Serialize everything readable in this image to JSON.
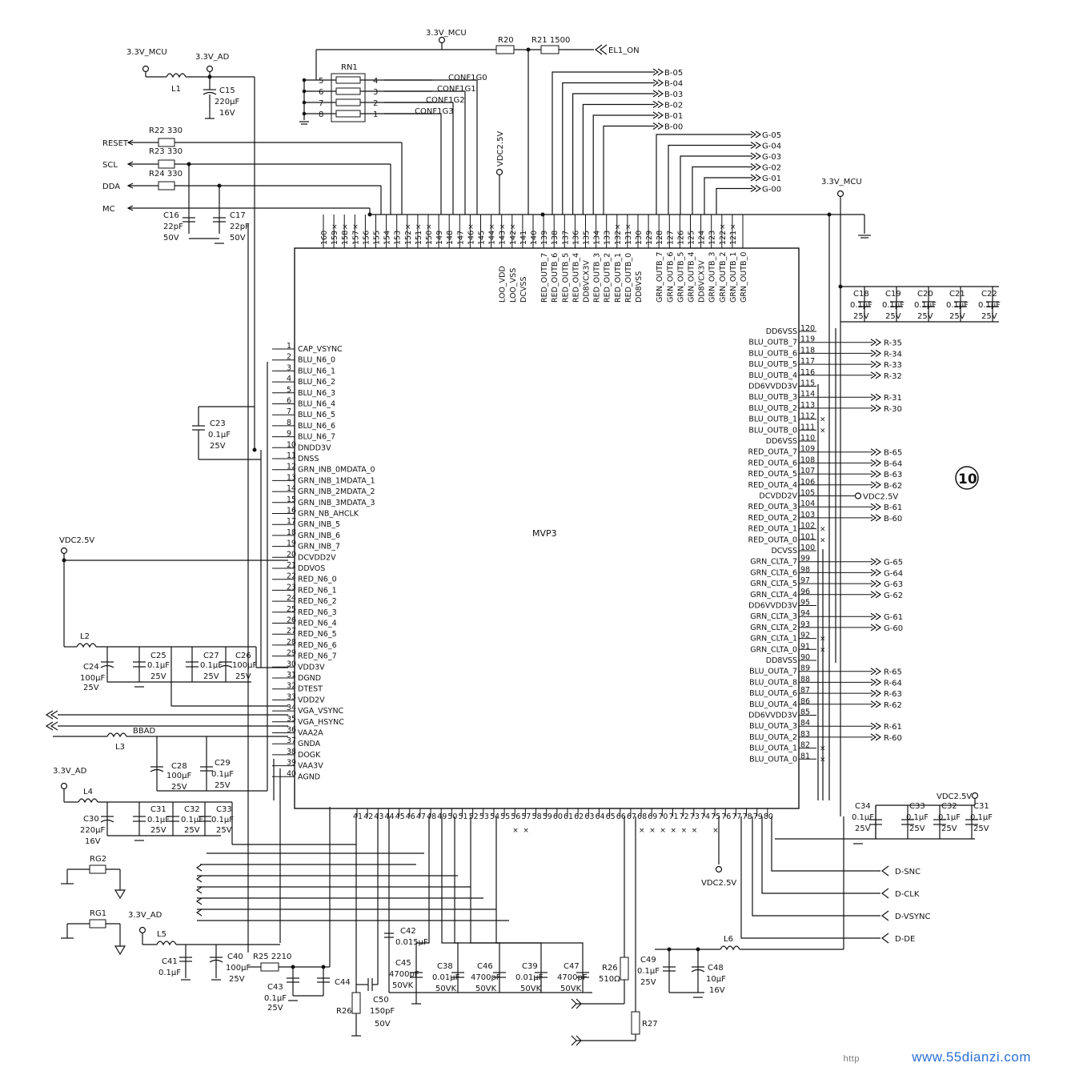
{
  "chip": {
    "name": "MVP3",
    "ref": "10"
  },
  "top_pins": [
    {
      "n": "160",
      "s": ""
    },
    {
      "n": "159",
      "s": ""
    },
    {
      "n": "158",
      "s": ""
    },
    {
      "n": "157",
      "s": ""
    },
    {
      "n": "156",
      "s": ""
    },
    {
      "n": "155",
      "s": ""
    },
    {
      "n": "154",
      "s": ""
    },
    {
      "n": "153",
      "s": ""
    },
    {
      "n": "152",
      "s": ""
    },
    {
      "n": "151",
      "s": ""
    },
    {
      "n": "150",
      "s": ""
    },
    {
      "n": "149",
      "s": ""
    },
    {
      "n": "148",
      "s": ""
    },
    {
      "n": "147",
      "s": ""
    },
    {
      "n": "146",
      "s": ""
    },
    {
      "n": "145",
      "s": ""
    },
    {
      "n": "144",
      "s": ""
    },
    {
      "n": "143",
      "s": "LOO_VDD"
    },
    {
      "n": "142",
      "s": "LOO_VSS"
    },
    {
      "n": "141",
      "s": "DCVSS"
    },
    {
      "n": "140",
      "s": ""
    },
    {
      "n": "139",
      "s": "RED_OUTB_7"
    },
    {
      "n": "138",
      "s": "RED_OUTB_6"
    },
    {
      "n": "137",
      "s": "RED_OUTB_5"
    },
    {
      "n": "136",
      "s": "RED_OUTB_4"
    },
    {
      "n": "135",
      "s": "DD8VCX3V"
    },
    {
      "n": "134",
      "s": "RED_OUTB_3"
    },
    {
      "n": "133",
      "s": "RED_OUTB_2"
    },
    {
      "n": "132",
      "s": "RED_OUTB_1"
    },
    {
      "n": "131",
      "s": "RED_OUTB_0"
    },
    {
      "n": "130",
      "s": "DD8VSS"
    },
    {
      "n": "129",
      "s": ""
    },
    {
      "n": "128",
      "s": "GRN_OUTB_7"
    },
    {
      "n": "127",
      "s": "GRN_OUTB_6"
    },
    {
      "n": "126",
      "s": "GRN_OUTB_5"
    },
    {
      "n": "125",
      "s": "GRN_OUTB_4"
    },
    {
      "n": "124",
      "s": "DD8VCX3V"
    },
    {
      "n": "123",
      "s": "GRN_OUTB_3"
    },
    {
      "n": "122",
      "s": "GRN_OUTB_2"
    },
    {
      "n": "121",
      "s": "GRN_OUTB_1"
    },
    {
      "n": "",
      "s": "GRN_OUTB_0"
    }
  ],
  "left_pins": [
    {
      "n": "1",
      "s": "CAP_VSYNC"
    },
    {
      "n": "2",
      "s": "BLU_N6_0"
    },
    {
      "n": "3",
      "s": "BLU_N6_1"
    },
    {
      "n": "4",
      "s": "BLU_N6_2"
    },
    {
      "n": "5",
      "s": "BLU_N6_3"
    },
    {
      "n": "6",
      "s": "BLU_N6_4"
    },
    {
      "n": "7",
      "s": "BLU_N6_5"
    },
    {
      "n": "8",
      "s": "BLU_N6_6"
    },
    {
      "n": "9",
      "s": "BLU_N6_7"
    },
    {
      "n": "10",
      "s": "DNDD3V"
    },
    {
      "n": "11",
      "s": "DNSS"
    },
    {
      "n": "12",
      "s": "GRN_INB_0MDATA_0"
    },
    {
      "n": "13",
      "s": "GRN_INB_1MDATA_1"
    },
    {
      "n": "14",
      "s": "GRN_INB_2MDATA_2"
    },
    {
      "n": "15",
      "s": "GRN_INB_3MDATA_3"
    },
    {
      "n": "16",
      "s": "GRN_NB_AHCLK"
    },
    {
      "n": "17",
      "s": "GRN_INB_5"
    },
    {
      "n": "18",
      "s": "GRN_INB_6"
    },
    {
      "n": "19",
      "s": "GRN_INB_7"
    },
    {
      "n": "20",
      "s": "DCVDD2V"
    },
    {
      "n": "21",
      "s": "DDVOS"
    },
    {
      "n": "22",
      "s": "RED_N6_0"
    },
    {
      "n": "23",
      "s": "RED_N6_1"
    },
    {
      "n": "24",
      "s": "RED_N6_2"
    },
    {
      "n": "25",
      "s": "RED_N6_3"
    },
    {
      "n": "26",
      "s": "RED_N6_4"
    },
    {
      "n": "27",
      "s": "RED_N6_5"
    },
    {
      "n": "28",
      "s": "RED_N6_6"
    },
    {
      "n": "29",
      "s": "RED_N6_7"
    },
    {
      "n": "30",
      "s": "VDD3V"
    },
    {
      "n": "31",
      "s": "DGND"
    },
    {
      "n": "32",
      "s": "DTEST"
    },
    {
      "n": "33",
      "s": "VDD2V"
    },
    {
      "n": "34",
      "s": "VGA_VSYNC"
    },
    {
      "n": "35",
      "s": "VGA_HSYNC"
    },
    {
      "n": "36",
      "s": "VAA2A"
    },
    {
      "n": "37",
      "s": "GNDA"
    },
    {
      "n": "38",
      "s": "DOGK"
    },
    {
      "n": "39",
      "s": "VAA3V"
    },
    {
      "n": "40",
      "s": "AGND"
    }
  ],
  "right_pins": [
    {
      "n": "120",
      "s": "DD6VSS",
      "o": ""
    },
    {
      "n": "119",
      "s": "BLU_OUTB_7",
      "o": "R-35"
    },
    {
      "n": "118",
      "s": "BLU_OUTB_6",
      "o": "R-34"
    },
    {
      "n": "117",
      "s": "BLU_OUTB_5",
      "o": "R-33"
    },
    {
      "n": "116",
      "s": "BLU_OUTB_4",
      "o": "R-32"
    },
    {
      "n": "115",
      "s": "DD6VVDD3V",
      "o": ""
    },
    {
      "n": "114",
      "s": "BLU_OUTB_3",
      "o": "R-31"
    },
    {
      "n": "113",
      "s": "BLU_OUTB_2",
      "o": "R-30"
    },
    {
      "n": "112",
      "s": "BLU_OUTB_1",
      "o": ""
    },
    {
      "n": "111",
      "s": "BLU_OUTB_0",
      "o": ""
    },
    {
      "n": "110",
      "s": "DD6VSS",
      "o": ""
    },
    {
      "n": "109",
      "s": "RED_OUTA_7",
      "o": "B-65"
    },
    {
      "n": "108",
      "s": "RED_OUTA_6",
      "o": "B-64"
    },
    {
      "n": "107",
      "s": "RED_OUTA_5",
      "o": "B-63"
    },
    {
      "n": "106",
      "s": "RED_OUTA_4",
      "o": "B-62"
    },
    {
      "n": "105",
      "s": "DCVDD2V",
      "o": "VDC2.5V"
    },
    {
      "n": "104",
      "s": "RED_OUTA_3",
      "o": "B-61"
    },
    {
      "n": "103",
      "s": "RED_OUTA_2",
      "o": "B-60"
    },
    {
      "n": "102",
      "s": "RED_OUTA_1",
      "o": ""
    },
    {
      "n": "101",
      "s": "RED_OUTA_0",
      "o": ""
    },
    {
      "n": "100",
      "s": "DCVSS",
      "o": ""
    },
    {
      "n": "99",
      "s": "GRN_CLTA_7",
      "o": "G-65"
    },
    {
      "n": "98",
      "s": "GRN_CLTA_6",
      "o": "G-64"
    },
    {
      "n": "97",
      "s": "GRN_CLTA_5",
      "o": "G-63"
    },
    {
      "n": "96",
      "s": "GRN_CLTA_4",
      "o": "G-62"
    },
    {
      "n": "95",
      "s": "DD6VVDD3V",
      "o": ""
    },
    {
      "n": "94",
      "s": "GRN_CLTA_3",
      "o": "G-61"
    },
    {
      "n": "93",
      "s": "GRN_CLTA_2",
      "o": "G-60"
    },
    {
      "n": "92",
      "s": "GRN_CLTA_1",
      "o": ""
    },
    {
      "n": "91",
      "s": "GRN_CLTA_0",
      "o": ""
    },
    {
      "n": "90",
      "s": "DD8VSS",
      "o": ""
    },
    {
      "n": "89",
      "s": "BLU_OUTA_7",
      "o": "R-65"
    },
    {
      "n": "88",
      "s": "BLU_OUTA_8",
      "o": "R-64"
    },
    {
      "n": "87",
      "s": "BLU_OUTA_6",
      "o": "R-63"
    },
    {
      "n": "86",
      "s": "BLU_OUTA_4",
      "o": "R-62"
    },
    {
      "n": "85",
      "s": "DD6VVDD3V",
      "o": ""
    },
    {
      "n": "84",
      "s": "BLU_OUTA_3",
      "o": "R-61"
    },
    {
      "n": "83",
      "s": "BLU_OUTA_2",
      "o": "R-60"
    },
    {
      "n": "82",
      "s": "BLU_OUTA_1",
      "o": ""
    },
    {
      "n": "81",
      "s": "BLU_OUTA_0",
      "o": ""
    }
  ],
  "bottom_pins": [
    "41",
    "42",
    "43",
    "44",
    "45",
    "46",
    "47",
    "48",
    "49",
    "50",
    "51",
    "52",
    "53",
    "54",
    "55",
    "56",
    "57",
    "58",
    "59",
    "60",
    "61",
    "62",
    "63",
    "64",
    "65",
    "66",
    "67",
    "68",
    "69",
    "70",
    "71",
    "72",
    "73",
    "74",
    "75",
    "76",
    "77",
    "78",
    "79",
    "80"
  ],
  "top_outputs_b": [
    "B-05",
    "B-04",
    "B-03",
    "B-02",
    "B-01",
    "B-00"
  ],
  "top_outputs_g": [
    "G-05",
    "G-04",
    "G-03",
    "G-02",
    "G-01",
    "G-00"
  ],
  "rn1": {
    "ref": "RN1",
    "left": [
      "5",
      "6",
      "7",
      "8"
    ],
    "right": [
      "4",
      "3",
      "2",
      "1"
    ],
    "nets": [
      "CONF1G0",
      "CONF1G1",
      "CONF1G2",
      "CONF1G3"
    ]
  },
  "top_parts": {
    "rail_mcu": "3.3V_MCU",
    "r20": "R20",
    "r21": "R21  1500",
    "el1": "EL1_ON",
    "vdc_vert": "VDC2.5V"
  },
  "left_top": {
    "mcu": "3.3V_MCU",
    "ad": "3.3V_AD",
    "l1": "L1",
    "c15": [
      "C15",
      "220μF",
      "16V"
    ],
    "signals": [
      "RESET",
      "SCL",
      "DDA",
      "MC"
    ],
    "r22": "R22  330",
    "r23": "R23  330",
    "r24": "R24  330",
    "c16": [
      "C16",
      "22pF",
      "50V"
    ],
    "c17": [
      "C17",
      "22pF",
      "50V"
    ],
    "c23": [
      "C23",
      "0.1μF",
      "25V"
    ]
  },
  "left_mid": {
    "vdc": "VDC2.5V",
    "l2": "L2",
    "l3": "L3",
    "bbad": "BBAD",
    "c24": [
      "C24",
      "100μF",
      "25V"
    ],
    "c25": [
      "C25",
      "0.1μF",
      "25V"
    ],
    "c27": [
      "C27",
      "0.1μF",
      "25V"
    ],
    "c26": [
      "C26",
      "100μF",
      "25V"
    ],
    "c28": [
      "C28",
      "100μF",
      "25V"
    ],
    "c29": [
      "C29",
      "0.1μF",
      "25V"
    ]
  },
  "left_bottom": {
    "ad1": "3.3V_AD",
    "l4": "L4",
    "c30": [
      "C30",
      "220μF",
      "16V"
    ],
    "c31": [
      "C31",
      "0.1μF",
      "25V"
    ],
    "c32": [
      "C32",
      "0.1μF",
      "25V"
    ],
    "c33": [
      "C33",
      "0.1μF",
      "25V"
    ],
    "rg2": "RG2",
    "rg1": "RG1",
    "ad2": "3.3V_AD",
    "l5": "L5",
    "c41": [
      "C41",
      "0.1μF"
    ],
    "c40": [
      "C40",
      "100μF",
      "25V"
    ],
    "r25": "R25  2210",
    "c43": [
      "C43",
      "0.1μF",
      "25V"
    ],
    "c44": "C44",
    "r26l": "R26",
    "c50": [
      "C50",
      "150pF",
      "50V"
    ]
  },
  "bottom_parts": {
    "c42": [
      "C42",
      "0.015μF"
    ],
    "c45": [
      "C45",
      "4700pF",
      "50VK"
    ],
    "c38": [
      "C38",
      "0.01μF",
      "50VK"
    ],
    "c46": [
      "C46",
      "4700pF",
      "50VK"
    ],
    "c39": [
      "C39",
      "0.01μF",
      "50VK"
    ],
    "c47": [
      "C47",
      "4700pF",
      "50VK"
    ],
    "r26": [
      "R26",
      "510Ω"
    ],
    "r27": "R27",
    "c49": [
      "C49",
      "0.1μF",
      "25V"
    ],
    "l6": "L6",
    "c48": [
      "C48",
      "10μF",
      "16V"
    ],
    "vdc": "VDC2.5V",
    "outputs": [
      "D-SNC",
      "D-CLK",
      "D-VSYNC",
      "D-DE"
    ]
  },
  "right_parts": {
    "mcu": "3.3V_MCU",
    "caps_top": [
      [
        "C18",
        "0.1μF",
        "25V"
      ],
      [
        "C19",
        "0.1μF",
        "25V"
      ],
      [
        "C20",
        "0.1μF",
        "25V"
      ],
      [
        "C21",
        "0.1μF",
        "25V"
      ],
      [
        "C22",
        "0.1μF",
        "25V"
      ]
    ],
    "vdc": "VDC2.5V",
    "caps_bot": [
      [
        "C34",
        "0.1μF",
        "25V"
      ],
      [
        "C33",
        "0.1μF",
        "25V"
      ],
      [
        "C32",
        "0.1μF",
        "25V"
      ],
      [
        "C31",
        "0.1μF",
        "25V"
      ]
    ]
  },
  "watermark": {
    "prefix": "http",
    "site": "www.55dianzi.com"
  }
}
